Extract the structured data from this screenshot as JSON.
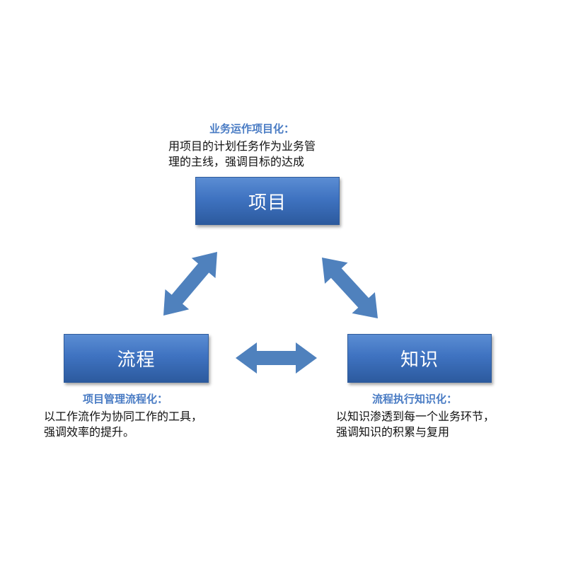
{
  "nodes": {
    "project": {
      "label": "项目"
    },
    "process": {
      "label": "流程"
    },
    "knowledge": {
      "label": "知识"
    }
  },
  "captions": {
    "project": {
      "title": "业务运作项目化：",
      "line1": "用项目的计划任务作为业务管",
      "line2": "理的主线，强调目标的达成"
    },
    "process": {
      "title": "项目管理流程化：",
      "line1": "以工作流作为协同工作的工具，",
      "line2": "强调效率的提升。"
    },
    "knowledge": {
      "title": "流程执行知识化：",
      "line1": "以知识渗透到每一个业务环节，",
      "line2": "强调知识的积累与复用"
    }
  },
  "colors": {
    "box_fill": "#3f73c1",
    "arrow_fill": "#4f81bd",
    "caption_title": "#4a7cc4"
  }
}
